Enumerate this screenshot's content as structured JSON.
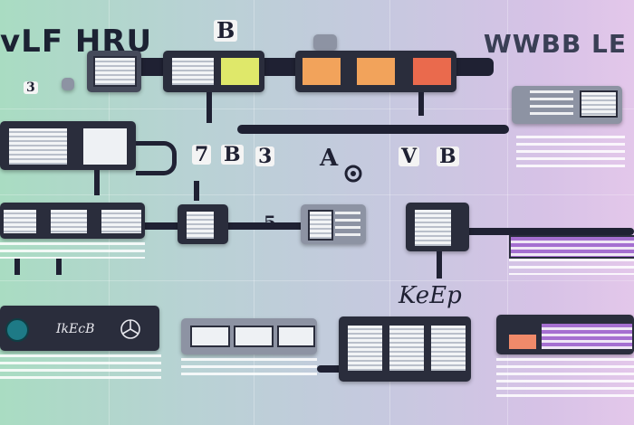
{
  "diagram": {
    "title_left": "vLF HRU",
    "title_right": "WWBB LE",
    "badge_top": "B",
    "glyphs": [
      "3",
      "7",
      "B",
      "3",
      "5",
      "A",
      "V",
      "B"
    ],
    "script_right": "KeEp",
    "script_bottom": "IkEcB",
    "colors": {
      "bar": "#1f2133",
      "node": "#454a5a",
      "lime": "#dfe86a",
      "orange": "#f2a35b",
      "red": "#ea6a4d",
      "purple": "#a56fd0",
      "teal": "#1e7a86"
    }
  }
}
